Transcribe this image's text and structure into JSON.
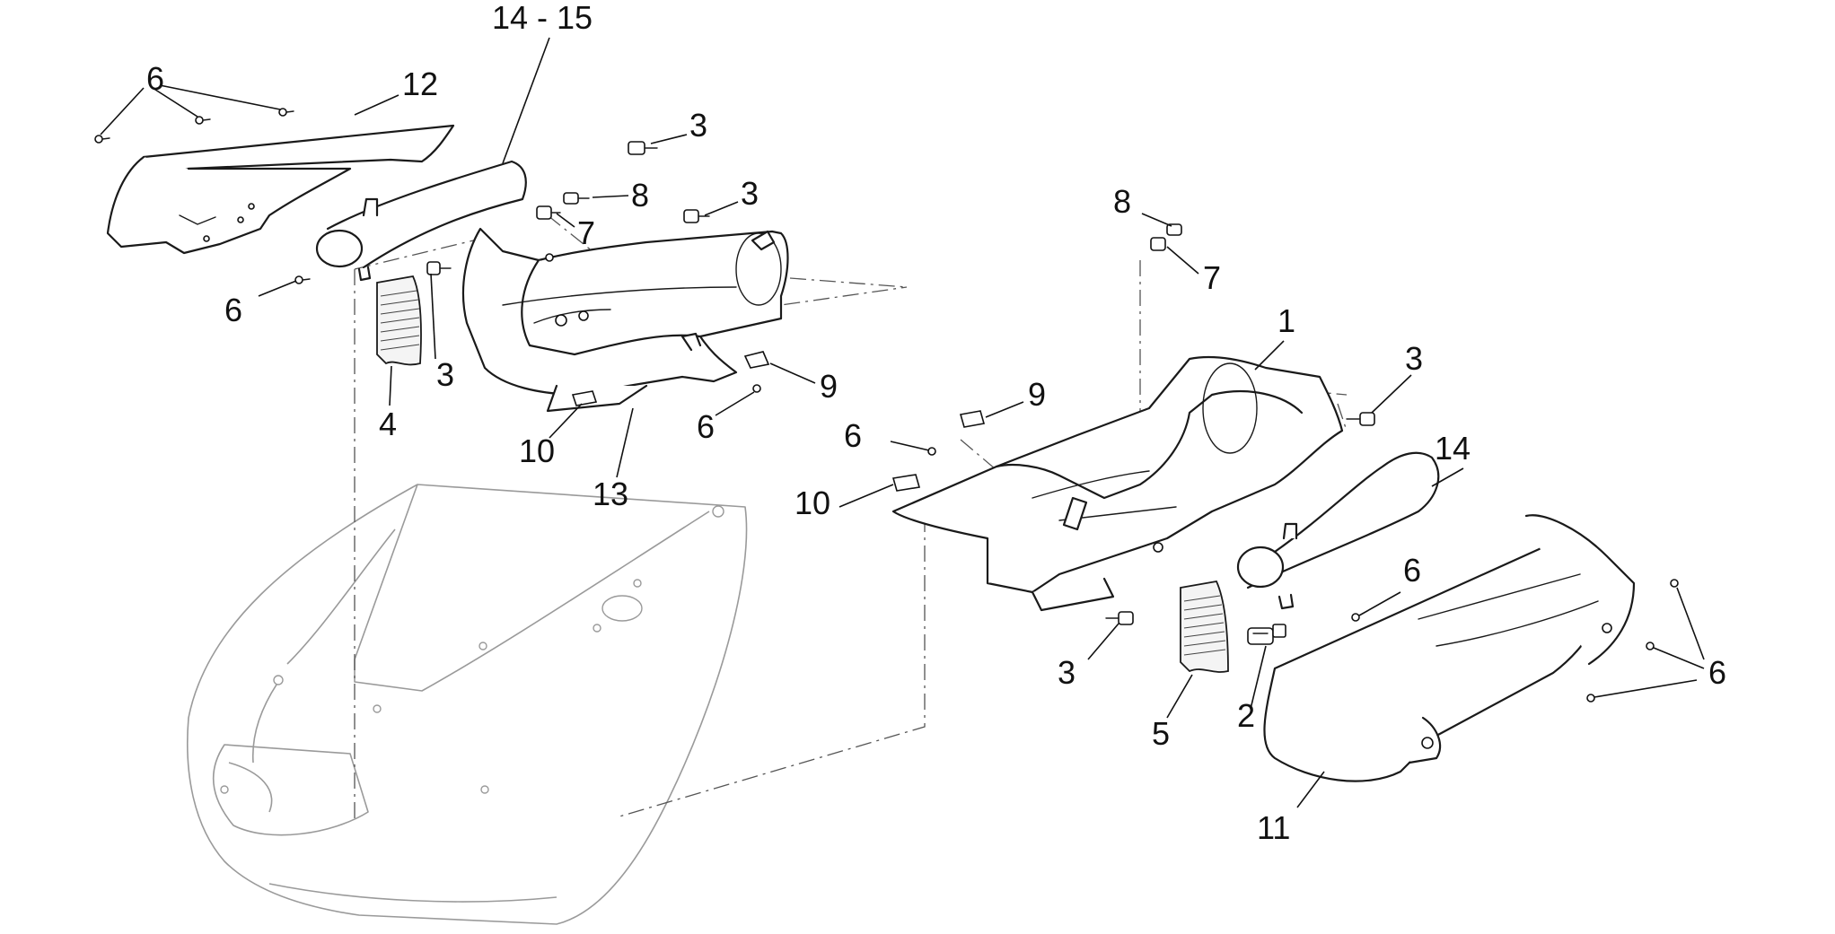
{
  "diagram": {
    "callouts": [
      {
        "id": "c-14-15",
        "label": "14 - 15"
      },
      {
        "id": "c-12",
        "label": "12"
      },
      {
        "id": "c-6-tl",
        "label": "6"
      },
      {
        "id": "c-3-top",
        "label": "3"
      },
      {
        "id": "c-8-l",
        "label": "8"
      },
      {
        "id": "c-3-upper",
        "label": "3"
      },
      {
        "id": "c-7-l",
        "label": "7"
      },
      {
        "id": "c-6-ml",
        "label": "6"
      },
      {
        "id": "c-3-ml",
        "label": "3"
      },
      {
        "id": "c-4",
        "label": "4"
      },
      {
        "id": "c-9-l",
        "label": "9"
      },
      {
        "id": "c-6-mid",
        "label": "6"
      },
      {
        "id": "c-10-l",
        "label": "10"
      },
      {
        "id": "c-13",
        "label": "13"
      },
      {
        "id": "c-8-r",
        "label": "8"
      },
      {
        "id": "c-7-r",
        "label": "7"
      },
      {
        "id": "c-1",
        "label": "1"
      },
      {
        "id": "c-3-rt",
        "label": "3"
      },
      {
        "id": "c-9-r",
        "label": "9"
      },
      {
        "id": "c-6-r",
        "label": "6"
      },
      {
        "id": "c-10-r",
        "label": "10"
      },
      {
        "id": "c-14",
        "label": "14"
      },
      {
        "id": "c-6-rmid",
        "label": "6"
      },
      {
        "id": "c-6-far",
        "label": "6"
      },
      {
        "id": "c-3-rb",
        "label": "3"
      },
      {
        "id": "c-5",
        "label": "5"
      },
      {
        "id": "c-2",
        "label": "2"
      },
      {
        "id": "c-11",
        "label": "11"
      }
    ]
  }
}
